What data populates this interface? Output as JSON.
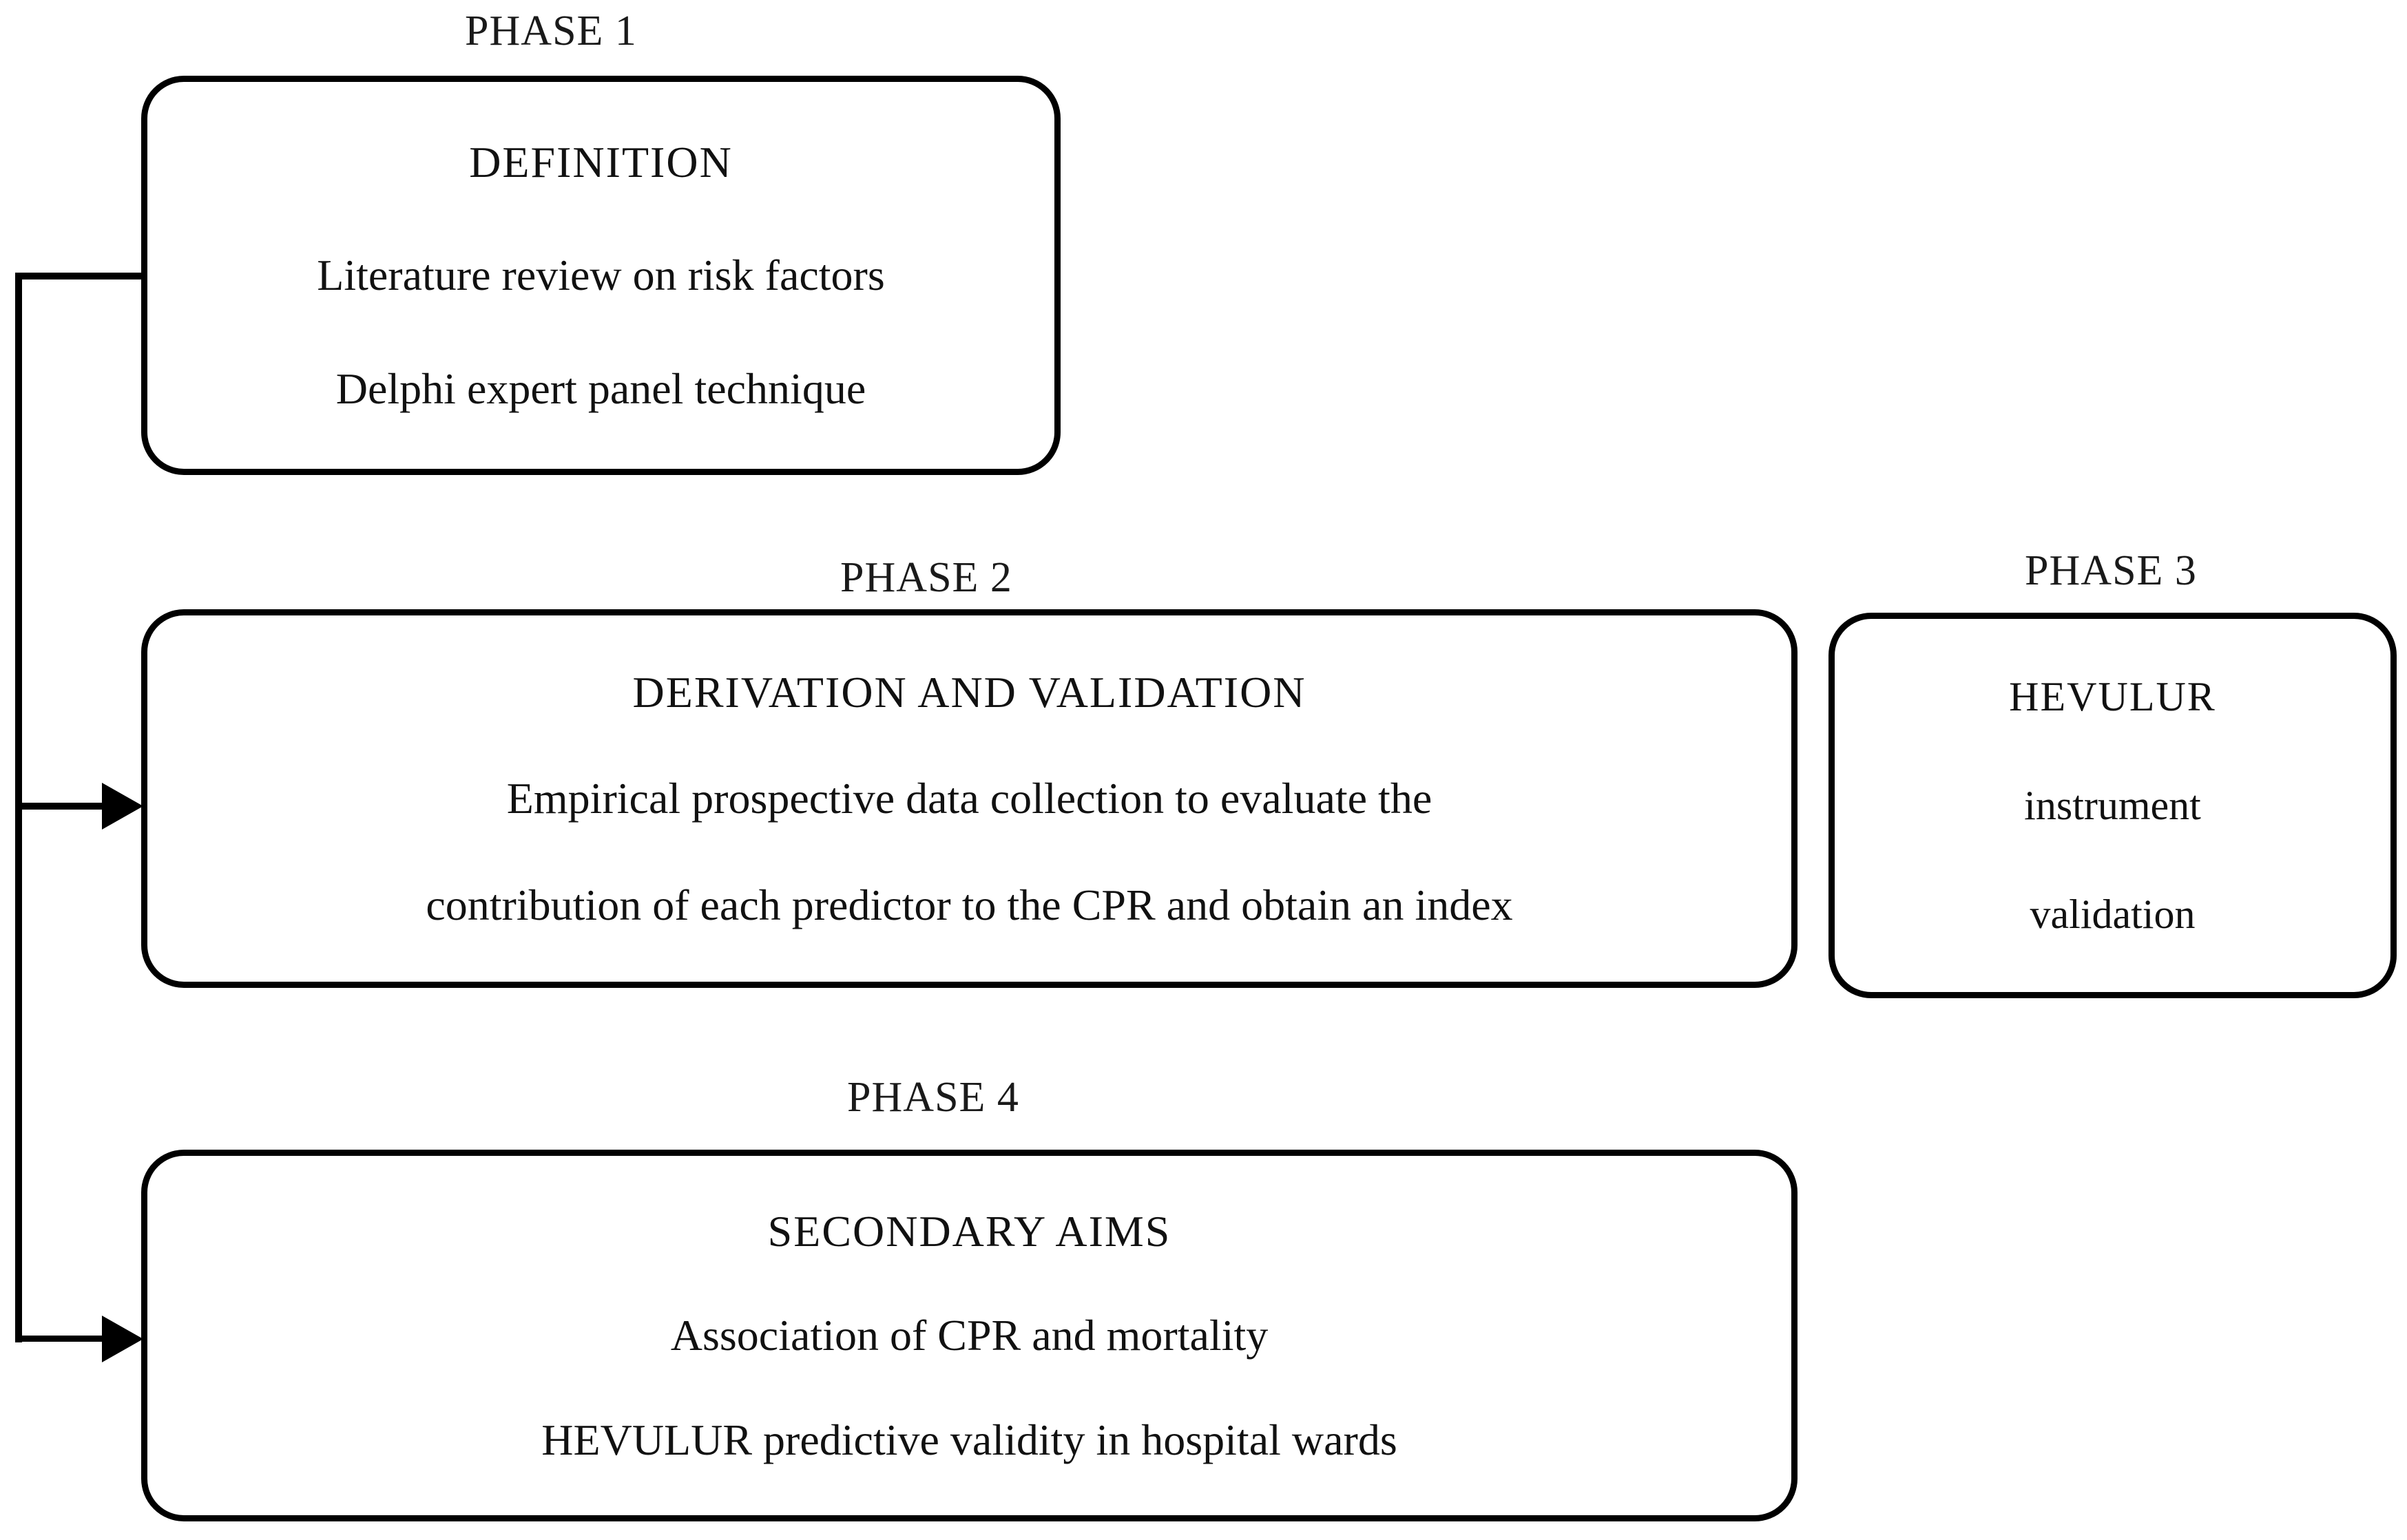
{
  "diagram": {
    "title": "Study phases flowchart",
    "accent_color": "#000000",
    "background_color": "#ffffff"
  },
  "phases": [
    {
      "id": "phase1",
      "label": "PHASE 1",
      "title": "DEFINITION",
      "lines": [
        "Literature  review  on risk factors",
        "Delphi expert panel technique"
      ]
    },
    {
      "id": "phase2",
      "label": "PHASE 2",
      "title": "DERIVATION  AND VALIDATION",
      "lines": [
        "Empirical prospective  data collection to evaluate the",
        "contribution of each predictor to the CPR and obtain an index"
      ]
    },
    {
      "id": "phase3",
      "label": "PHASE 3",
      "title": "HEVULUR",
      "lines": [
        "instrument",
        "validation"
      ]
    },
    {
      "id": "phase4",
      "label": "PHASE 4",
      "title": "SECONDARY  AIMS",
      "lines": [
        "Association of CPR and mortality",
        "HEVULUR  predictive validity in hospital wards"
      ]
    }
  ],
  "connectors": {
    "description": "Left spine branching from Phase 1 to Phase 2 and Phase 4",
    "branches": [
      {
        "to": "phase1",
        "arrow": false
      },
      {
        "to": "phase2",
        "arrow": true
      },
      {
        "to": "phase4",
        "arrow": true
      }
    ]
  }
}
